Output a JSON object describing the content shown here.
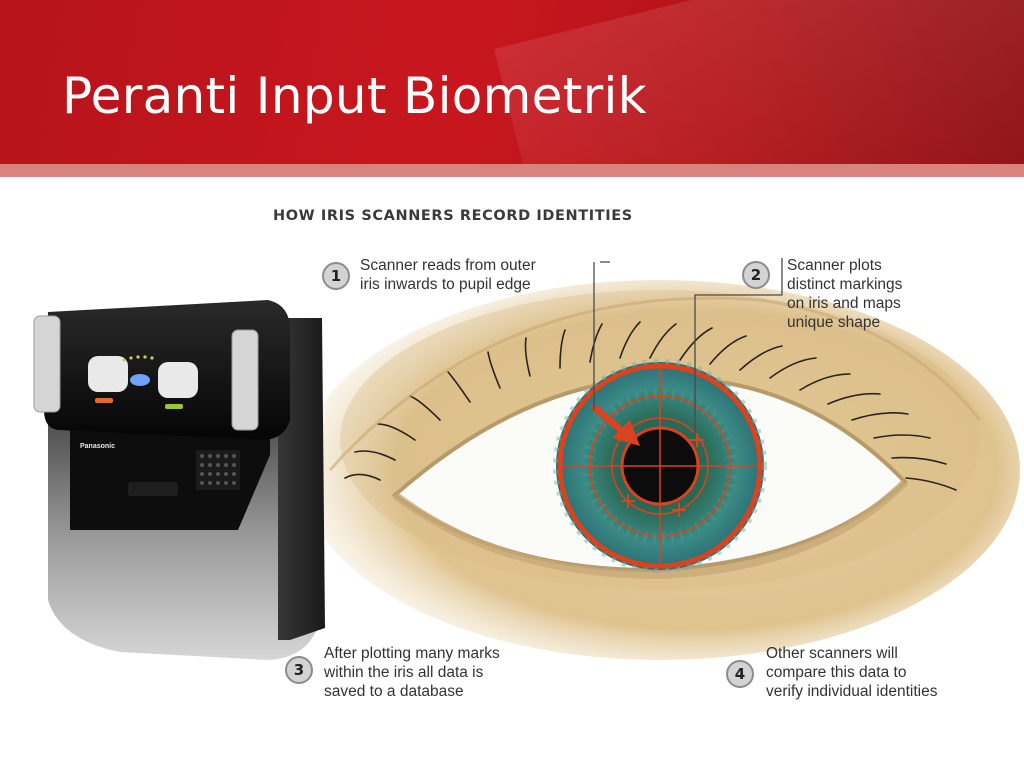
{
  "slide": {
    "title": "Peranti Input Biometrik"
  },
  "diagram": {
    "heading": "HOW IRIS SCANNERS RECORD IDENTITIES",
    "steps": [
      {
        "number": "1",
        "text": "Scanner reads from outer\niris inwards to pupil edge"
      },
      {
        "number": "2",
        "text": "Scanner plots\ndistinct markings\non iris and maps\nunique shape"
      },
      {
        "number": "3",
        "text": "After plotting many marks\nwithin the iris all data is\nsaved to a database"
      },
      {
        "number": "4",
        "text": "Other scanners will\ncompare this data to\nverify individual identities"
      }
    ]
  },
  "device": {
    "brand": "Panasonic"
  },
  "colors": {
    "header_red": "#c8161e",
    "accent_bar": "#d9837f",
    "scan_outline": "#d9431f",
    "iris_teal": "#2f7d78"
  }
}
